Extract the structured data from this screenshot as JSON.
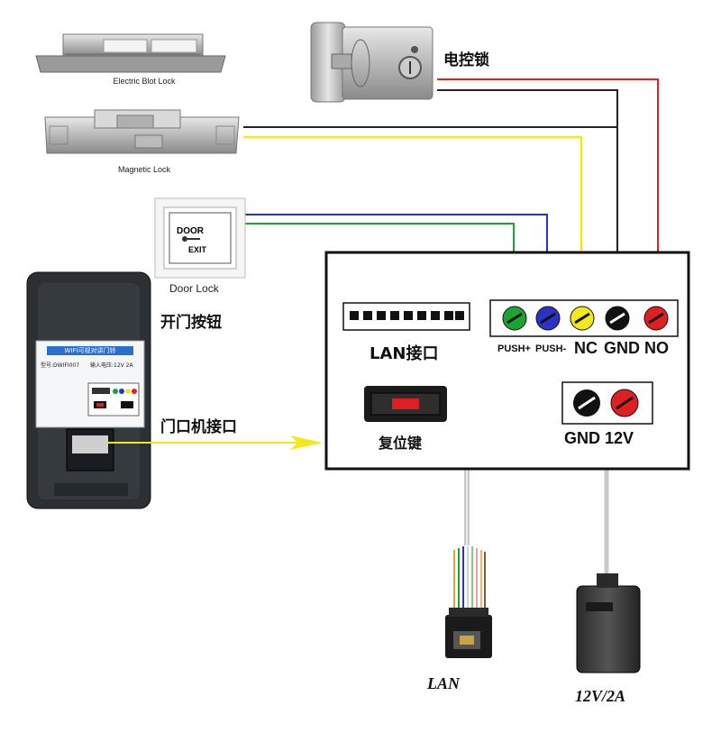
{
  "devices": {
    "electric_bolt_lock": {
      "label": "Electric Blot Lock"
    },
    "magnetic_lock": {
      "label": "Magnetic Lock"
    },
    "electric_control_lock": {
      "label": "电控锁"
    },
    "exit_button": {
      "label": "Door Lock",
      "face_top": "DOOR",
      "face_bottom": "EXIT",
      "caption_zh": "开门按钮"
    },
    "doorbell_unit": {
      "caption_zh": "门口机接口",
      "sticker_title": "WIFI可视对讲门铃",
      "sticker_model": "型号:DWIFI007",
      "sticker_input": "输入电压:12V 2A"
    },
    "lan_cable": {
      "label": "LAN"
    },
    "power_adapter": {
      "label": "12V/2A"
    }
  },
  "controller": {
    "lan_port_label": "LAN接口",
    "reset_label": "复位键",
    "terminals": [
      {
        "label": "PUSH+",
        "color": "#1aa531"
      },
      {
        "label": "PUSH-",
        "color": "#2b33c4"
      },
      {
        "label": "NC",
        "color": "#f2e81a"
      },
      {
        "label": "GND",
        "color": "#111111"
      },
      {
        "label": "NO",
        "color": "#e02020"
      }
    ],
    "power_terminals": [
      {
        "label": "GND",
        "color": "#111111"
      },
      {
        "label": "12V",
        "color": "#e02020"
      }
    ],
    "power_label": "GND 12V"
  },
  "colors": {
    "wire_red": "#e02020",
    "wire_black": "#222222",
    "wire_yellow": "#f2e81a",
    "wire_blue": "#2b33c4",
    "wire_green": "#1aa531",
    "arrow_yellow": "#f2e81a"
  }
}
